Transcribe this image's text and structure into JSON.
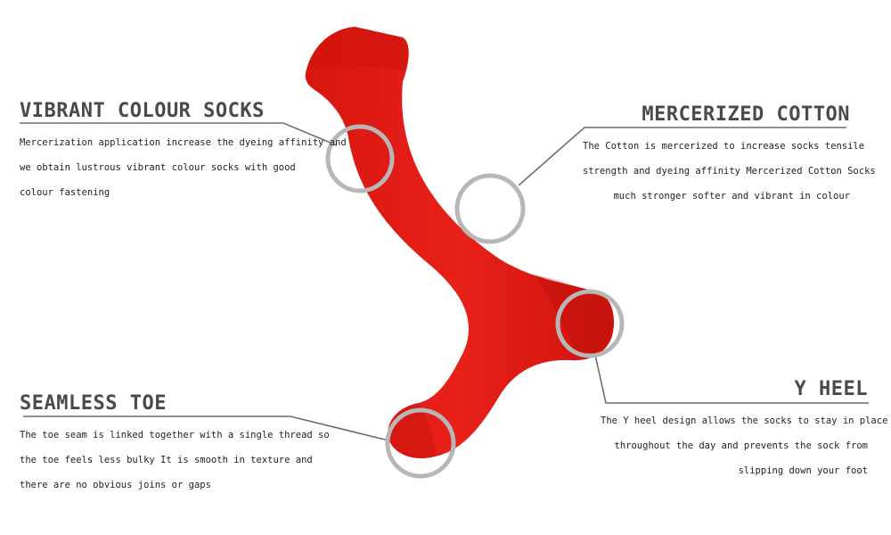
{
  "colors": {
    "sock": "#e41b17",
    "sock_shadow": "#c4120e",
    "sock_highlight": "#f0372b",
    "ring": "#b7b7b7",
    "leader": "#6e6e6e",
    "title": "#4a4a4a",
    "text": "#222222"
  },
  "features": {
    "vibrant": {
      "title": "VIBRANT COLOUR SOCKS",
      "lines": [
        "Mercerization application increase the dyeing affinity and",
        "we obtain lustrous vibrant colour socks with good",
        "colour fastening"
      ]
    },
    "mercerized": {
      "title": "MERCERIZED COTTON",
      "lines": [
        "The Cotton is mercerized to increase socks tensile",
        "strength and dyeing affinity  Mercerized Cotton Socks",
        "much stronger  softer  and vibrant in colour"
      ]
    },
    "heel": {
      "title": "Y HEEL",
      "lines": [
        "The Y heel design allows the socks to stay in place",
        "throughout the day and prevents the sock from",
        "slipping down your foot"
      ]
    },
    "toe": {
      "title": "SEAMLESS TOE",
      "lines": [
        "The toe seam is linked together with a single thread so",
        "the toe feels less bulky  It is smooth in texture and",
        "there are no obvious joins or gaps"
      ]
    }
  }
}
